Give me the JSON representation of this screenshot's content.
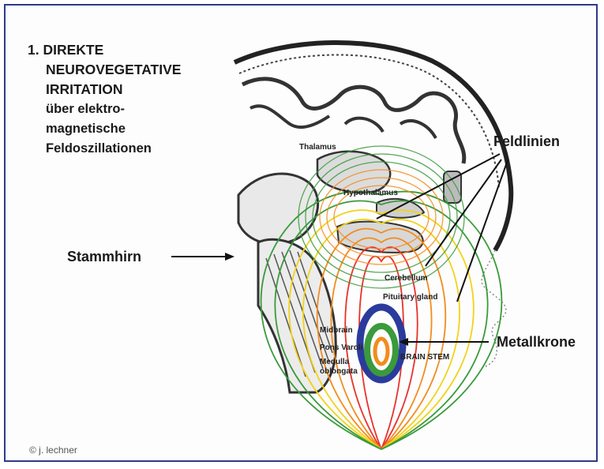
{
  "heading": {
    "line1": "1. DIREKTE",
    "line2": "NEUROVEGETATIVE",
    "line3": "IRRITATION",
    "line4": "über elektro-",
    "line5": "magnetische",
    "line6": "Feldoszillationen"
  },
  "labels": {
    "feldlinien": "Feldlinien",
    "stammhirn": "Stammhirn",
    "metallkrone": "Metallkrone"
  },
  "anatomy": {
    "thalamus": "Thalamus",
    "hypothalamus": "Hypothalamus",
    "cerebellum": "Cerebellum",
    "pituitary": "Pituitary gland",
    "midbrain": "Midbrain",
    "pons": "Pons Varoli",
    "medulla1": "Medulla",
    "medulla2": "oblongata",
    "brainstem": "BRAIN STEM"
  },
  "copyright": "© j. lechner",
  "colors": {
    "frame": "#2e3a8c",
    "field_red": "#e8322a",
    "field_orange": "#f28c1e",
    "field_yellow": "#f2d21a",
    "field_green": "#3a9a3c",
    "crown_blue": "#2b3b9c"
  }
}
